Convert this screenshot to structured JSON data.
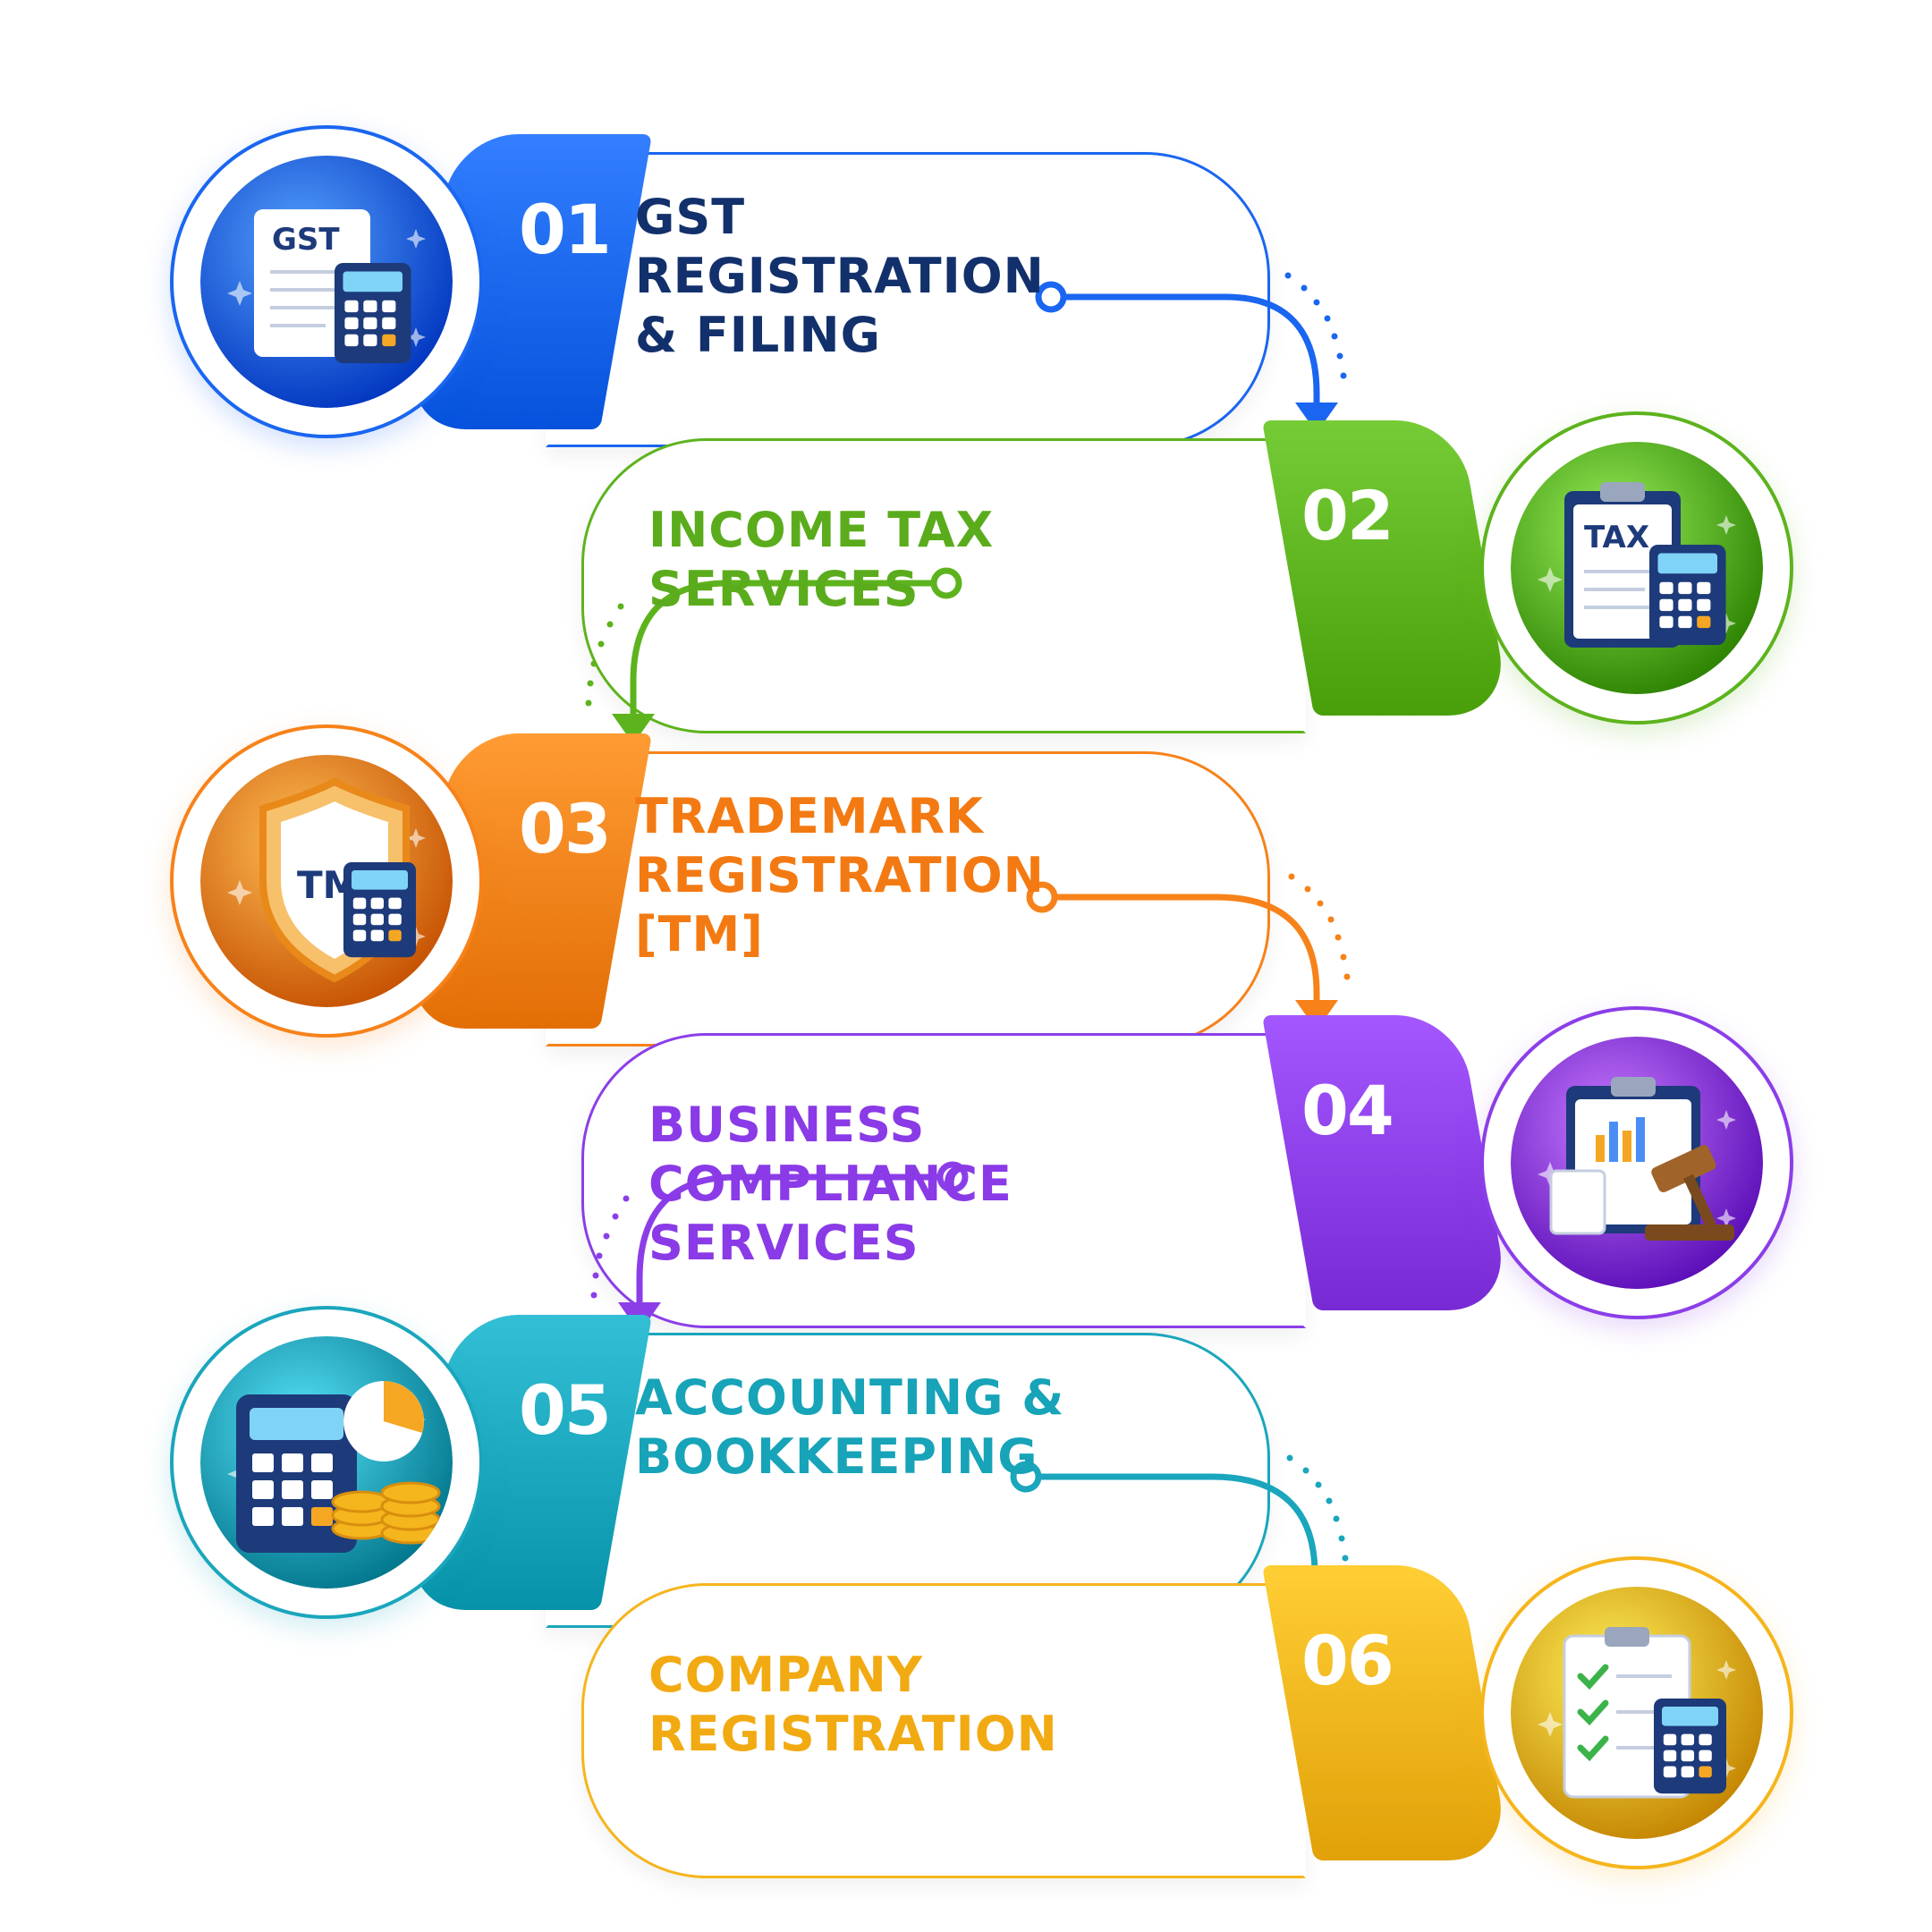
{
  "steps": [
    {
      "number": "01",
      "lines": [
        "GST",
        "REGISTRATION",
        "& FILING"
      ],
      "color": "#1a66f0",
      "title_color": "#12306b",
      "icon": "gst-document-calculator-icon",
      "icon_label": "GST"
    },
    {
      "number": "02",
      "lines": [
        "INCOME TAX",
        "SERVICES"
      ],
      "color": "#5db31d",
      "title_color": "#5aac1c",
      "icon": "tax-clipboard-calculator-icon",
      "icon_label": "TAX"
    },
    {
      "number": "03",
      "lines": [
        "TRADEMARK",
        "REGISTRATION",
        "[TM]"
      ],
      "color": "#f7821a",
      "title_color": "#f37a12",
      "icon": "trademark-shield-calculator-icon",
      "icon_label": "TM"
    },
    {
      "number": "04",
      "lines": [
        "BUSINESS",
        "COMPLIANCE",
        "SERVICES"
      ],
      "color": "#8b3ee8",
      "title_color": "#8a3ae6",
      "icon": "compliance-clipboard-gavel-icon",
      "icon_label": ""
    },
    {
      "number": "05",
      "lines": [
        "ACCOUNTING &",
        "BOOKKEEPING"
      ],
      "color": "#1aa6bc",
      "title_color": "#17a3b8",
      "icon": "accounting-calculator-coins-icon",
      "icon_label": ""
    },
    {
      "number": "06",
      "lines": [
        "COMPANY",
        "REGISTRATION"
      ],
      "color": "#f5b51c",
      "title_color": "#f2aa12",
      "icon": "company-checklist-calculator-icon",
      "icon_label": ""
    }
  ]
}
